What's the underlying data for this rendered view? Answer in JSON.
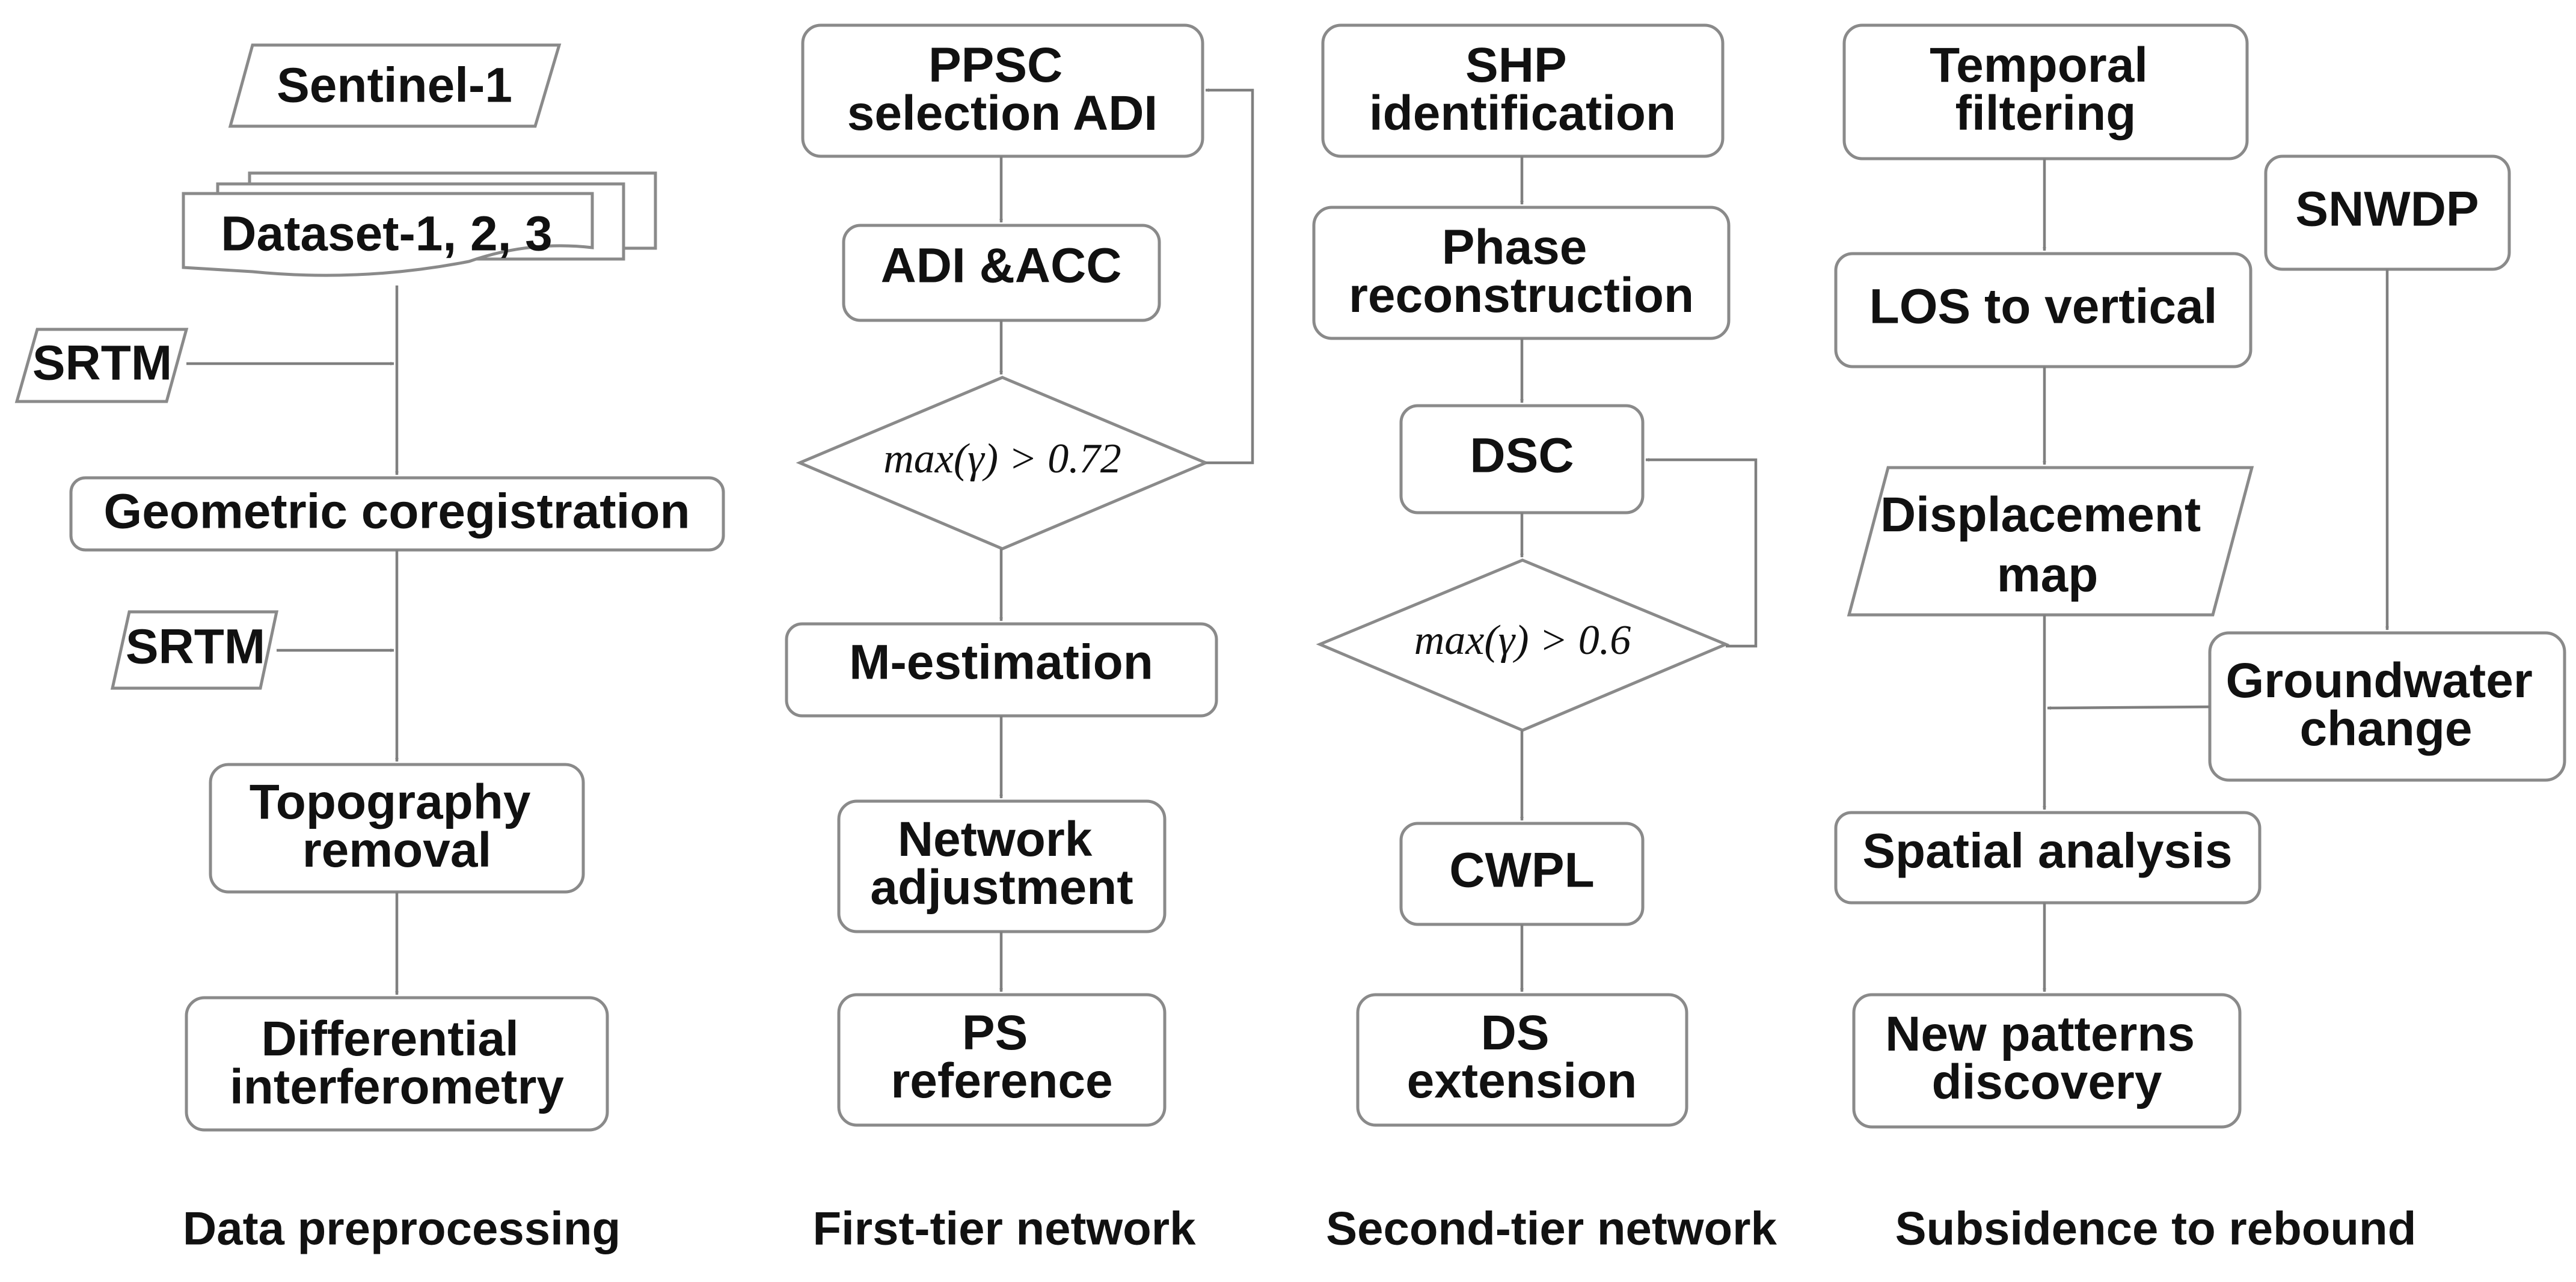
{
  "nodes": {
    "sentinel": "Sentinel-1",
    "dataset": "Dataset-1, 2, 3",
    "srtm_1": "SRTM",
    "srtm_2": "SRTM",
    "geo_coreg": "Geometric coregistration",
    "topo_removal": [
      "Topography",
      "removal"
    ],
    "diff_interf": [
      "Differential",
      "interferometry"
    ],
    "ppsc": [
      "PPSC",
      "selection ADI"
    ],
    "adi_acc": "ADI &ACC",
    "cond_1": "max(γ) > 0.72",
    "m_est": "M-estimation",
    "net_adj": [
      "Network",
      "adjustment"
    ],
    "ps_ref": [
      "PS",
      "reference"
    ],
    "shp": [
      "SHP",
      "identification"
    ],
    "phase_recon": [
      "Phase",
      "reconstruction"
    ],
    "dsc": "DSC",
    "cond_2": "max(γ) > 0.6",
    "cwpl": "CWPL",
    "ds_ext": [
      "DS",
      "extension"
    ],
    "temporal": [
      "Temporal",
      "filtering"
    ],
    "snwdp": "SNWDP",
    "los": "LOS to vertical",
    "displacement": [
      "Displacement",
      "map"
    ],
    "groundwater": [
      "Groundwater",
      "change"
    ],
    "spatial": "Spatial analysis",
    "new_patterns": [
      "New patterns",
      "discovery"
    ]
  },
  "captions": {
    "col1": "Data preprocessing",
    "col2": "First-tier network",
    "col3": "Second-tier network",
    "col4": "Subsidence to rebound"
  },
  "colors": {
    "stroke": "#8a8a8a",
    "arrow": "#7f7f7f",
    "text": "#111111"
  }
}
